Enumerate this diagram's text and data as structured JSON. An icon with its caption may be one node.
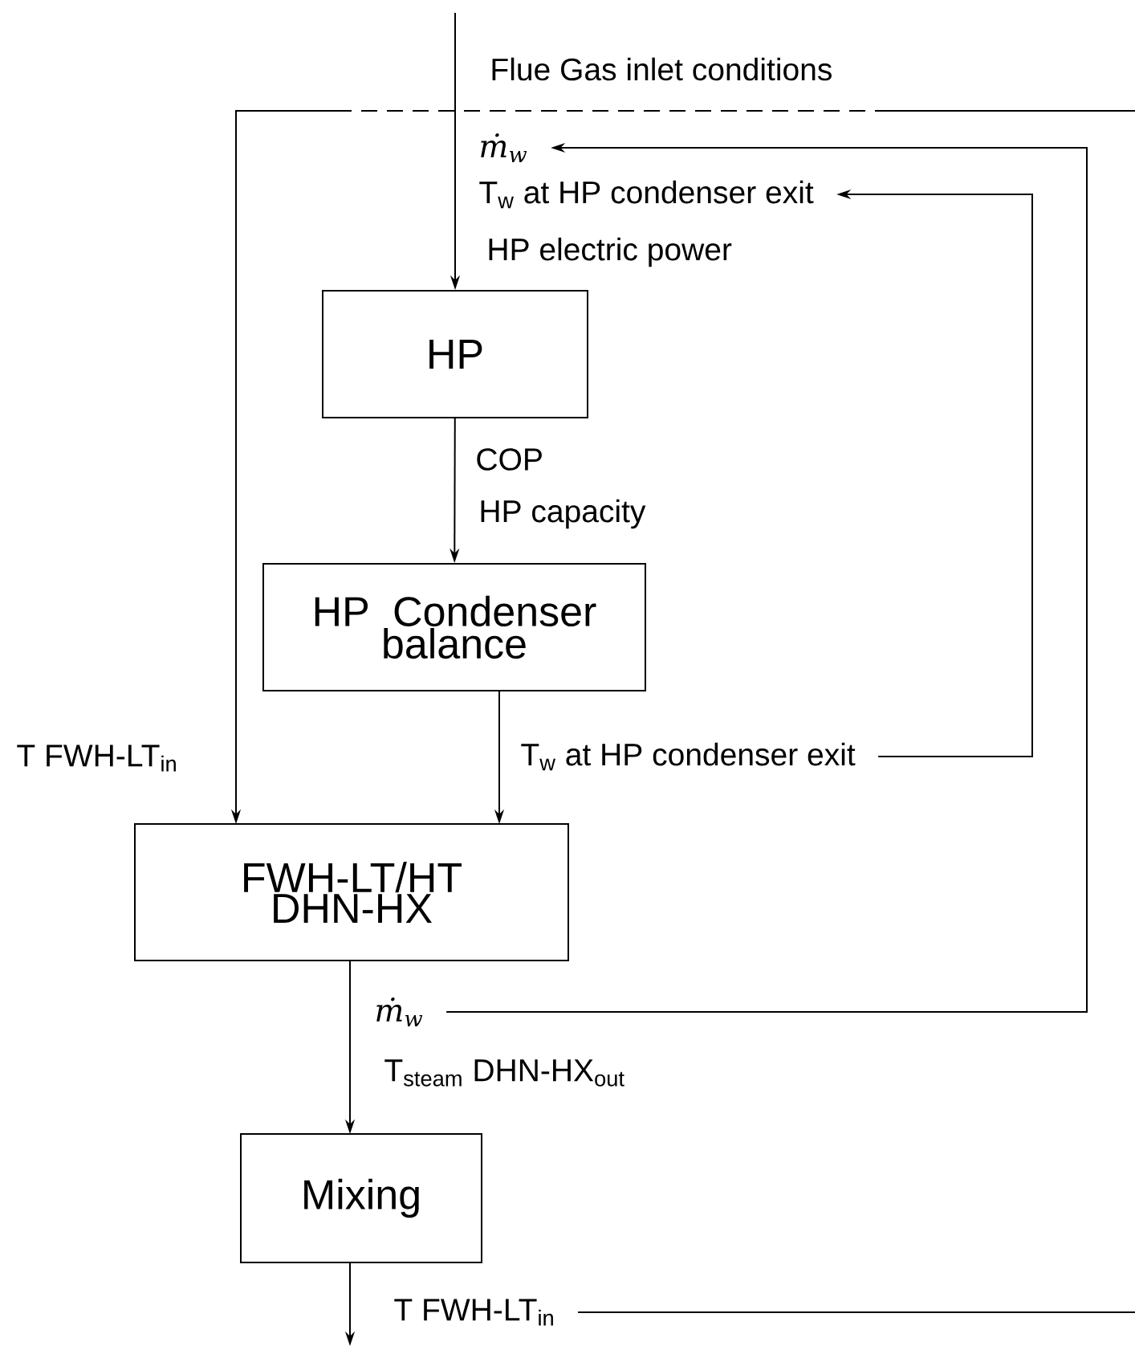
{
  "diagram": {
    "nodes": [
      {
        "text": [
          "HP"
        ]
      },
      {
        "text": [
          "HP Condenser balance"
        ]
      },
      {
        "text": [
          "FWH-LT/HT DHN-HX"
        ]
      },
      {
        "text": [
          "Mixing"
        ]
      },
      {
        "text": [
          "ṁ$_{w}$"
        ]
      },
      {
        "text": [
          "T$_{w}$ at HP condenser exit"
        ]
      },
      {
        "text": [
          "ṁ$_{w}$"
        ]
      },
      {
        "text": [
          "T$_{w}$ at HP condenser exit"
        ]
      },
      {
        "text": [
          "T FWH-LT$_{in}$"
        ]
      }
    ],
    "edges": [
      {
        "from": null,
        "to": 0,
        "arrow": "to"
      },
      {
        "from": 0,
        "to": 1,
        "arrow": "to"
      },
      {
        "from": 1,
        "to": 2,
        "arrow": "to"
      },
      {
        "from": 2,
        "to": 3,
        "arrow": "to",
        "label": "T$_{steam}$ DHN-HX$_{out}$"
      },
      {
        "from": 3,
        "to": null,
        "arrow": "to"
      },
      {
        "from": 6,
        "to": 4,
        "arrow": "to"
      },
      {
        "from": 7,
        "to": 5,
        "arrow": "to"
      },
      {
        "from": 8,
        "to": null,
        "arrow": "none"
      },
      {
        "from": null,
        "to": 2,
        "arrow": "to",
        "style": "dashed",
        "label": "T FWH-LT$_{in}$"
      }
    ],
    "labels": [
      "Flue Gas inlet conditions",
      "HP electric power",
      "COP",
      "HP capacity"
    ]
  }
}
